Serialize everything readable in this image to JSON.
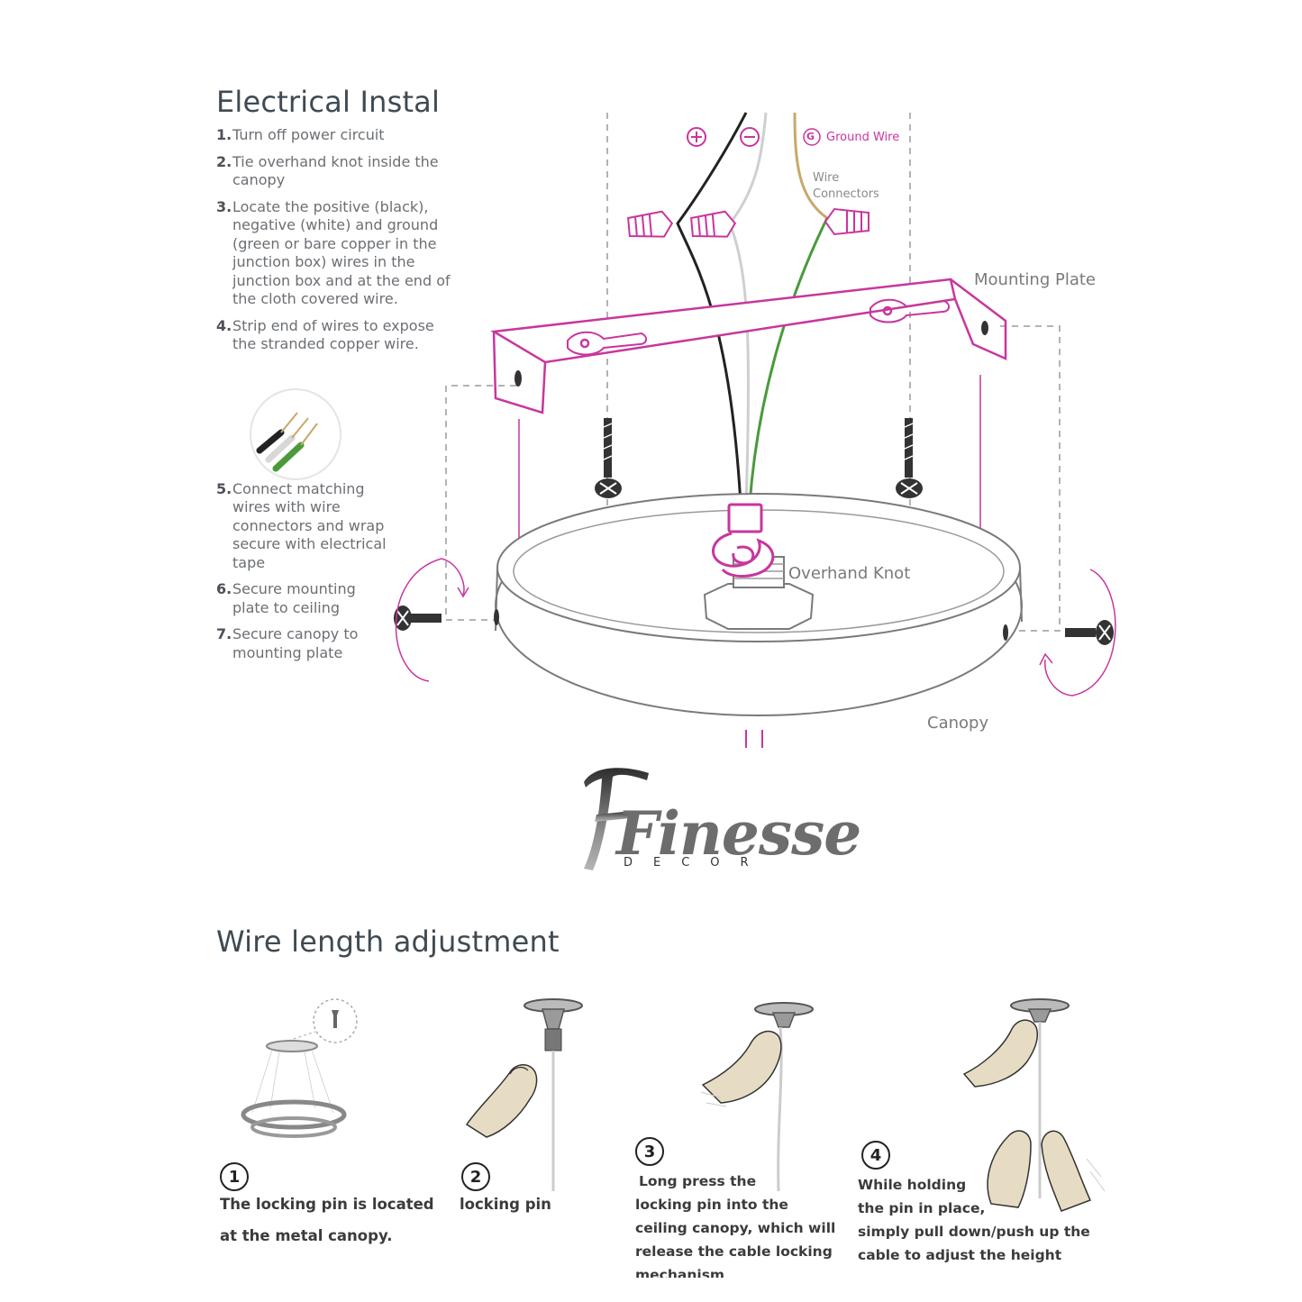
{
  "electrical": {
    "title": "Electrical Instal",
    "steps": [
      {
        "num": "1.",
        "text": "Turn off power circuit"
      },
      {
        "num": "2.",
        "text": "Tie overhand knot inside the canopy"
      },
      {
        "num": "3.",
        "text": "Locate the positive (black), negative (white) and ground (green or bare copper in the junction box) wires in the junction box and at the end of the cloth covered wire."
      },
      {
        "num": "4.",
        "text": "Strip end of wires to expose the stranded copper wire."
      },
      {
        "num": "5.",
        "text": "Connect matching wires with wire connectors and wrap secure with electrical tape"
      },
      {
        "num": "6.",
        "text": "Secure mounting plate to ceiling"
      },
      {
        "num": "7.",
        "text": "Secure canopy to mounting plate"
      }
    ],
    "labels": {
      "plus": "+",
      "minus": "−",
      "ground_symbol": "G",
      "ground_wire": "Ground Wire",
      "wire_connectors_1": "Wire",
      "wire_connectors_2": "Connectors",
      "mounting_plate": "Mounting Plate",
      "overhand_knot": "Overhand Knot",
      "canopy": "Canopy"
    },
    "colors": {
      "magenta": "#c8369e",
      "wire_black": "#222222",
      "wire_white": "#cfcfcf",
      "wire_green": "#4a9a3c",
      "wire_ground": "#c9a86a"
    }
  },
  "logo": {
    "word": "Finesse",
    "sub": "DECOR"
  },
  "adjustment": {
    "title": "Wire length adjustment",
    "panels": [
      {
        "num": "1",
        "lines": [
          "The locking pin is located",
          "at the metal canopy."
        ]
      },
      {
        "num": "2",
        "lines": [
          "locking pin"
        ]
      },
      {
        "num": "3",
        "lines": [
          "Long press the",
          "locking pin into the",
          "ceiling canopy, which will",
          "release the cable locking",
          "mechanism"
        ]
      },
      {
        "num": "4",
        "lines": [
          "While holding",
          "the pin in place,",
          "simply pull down/push up the",
          "cable to adjust the height"
        ]
      }
    ]
  }
}
